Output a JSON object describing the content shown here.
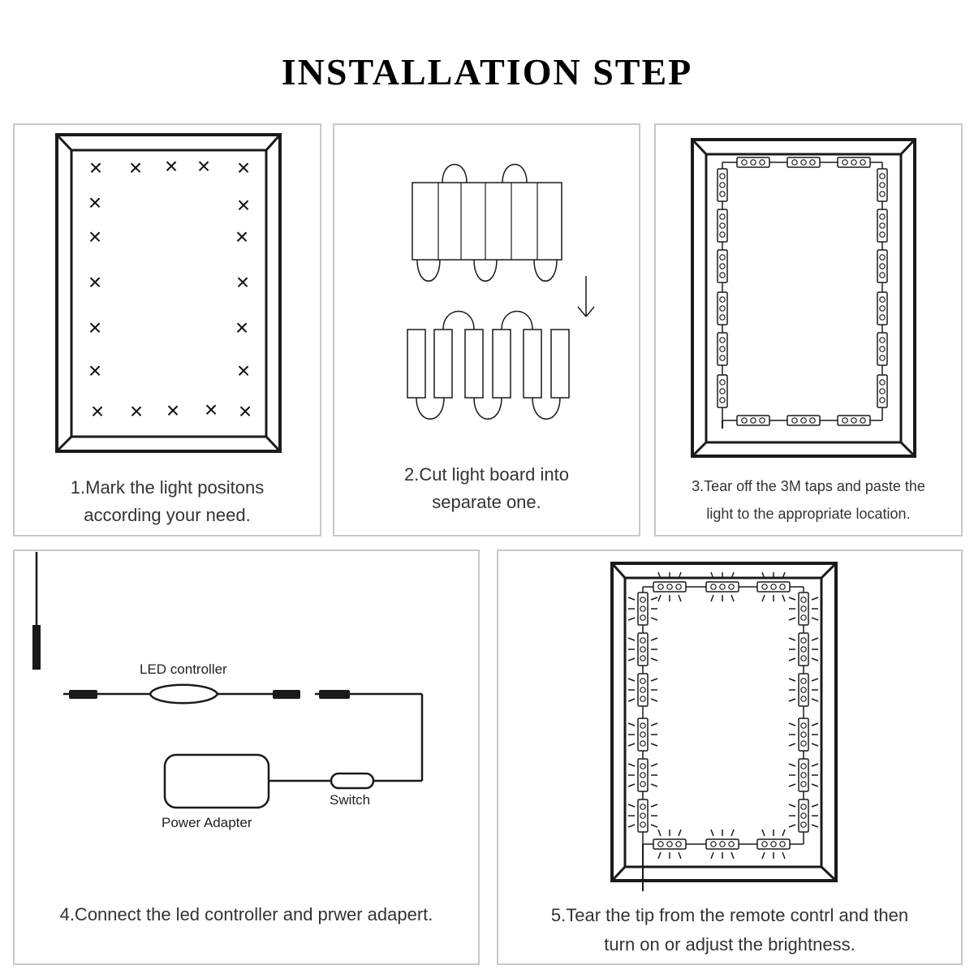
{
  "title": "INSTALLATION STEP",
  "steps": [
    {
      "caption_line1": "1.Mark the light positons",
      "caption_line2": "according your need."
    },
    {
      "caption_line1": "2.Cut light board into",
      "caption_line2": "separate one."
    },
    {
      "caption_line1": "3.Tear off the 3M taps and paste the",
      "caption_line2": "light to the appropriate location."
    },
    {
      "caption_line1": "4.Connect the led controller and prwer adapert."
    },
    {
      "caption_line1": "5.Tear the tip from the remote contrl and then",
      "caption_line2": "turn on or adjust the brightness."
    }
  ],
  "labels": {
    "led_controller": "LED controller",
    "switch": "Switch",
    "power_adapter": "Power Adapter"
  },
  "colors": {
    "line": "#1a1a1a",
    "panel_border": "#c8c8c8"
  }
}
